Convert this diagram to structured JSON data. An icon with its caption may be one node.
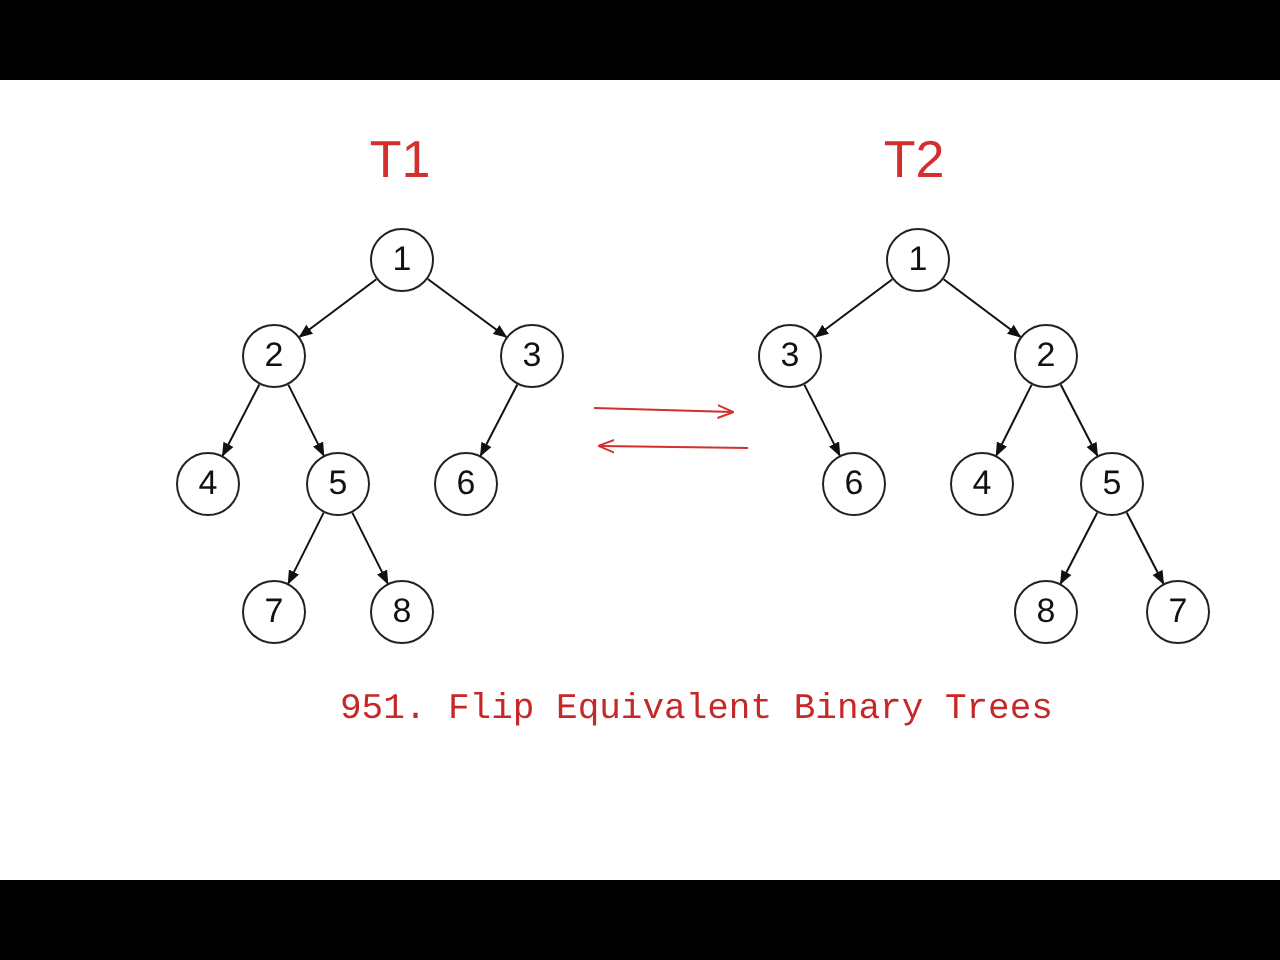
{
  "diagram": {
    "caption": "951. Flip Equivalent Binary Trees",
    "nodes": [
      {
        "text": [
          "1"
        ]
      },
      {
        "text": [
          "2"
        ]
      },
      {
        "text": [
          "3"
        ]
      },
      {
        "text": [
          "4"
        ]
      },
      {
        "text": [
          "5"
        ]
      },
      {
        "text": [
          "6"
        ]
      },
      {
        "text": [
          "7"
        ]
      },
      {
        "text": [
          "8"
        ]
      },
      {
        "text": [
          "1"
        ]
      },
      {
        "text": [
          "3"
        ]
      },
      {
        "text": [
          "2"
        ]
      },
      {
        "text": [
          "6"
        ]
      },
      {
        "text": [
          "4"
        ]
      },
      {
        "text": [
          "5"
        ]
      },
      {
        "text": [
          "8"
        ]
      },
      {
        "text": [
          "7"
        ]
      }
    ],
    "edges": [
      {
        "from": 0,
        "to": 1,
        "arrow": "to"
      },
      {
        "from": 0,
        "to": 2,
        "arrow": "to"
      },
      {
        "from": 1,
        "to": 3,
        "arrow": "to"
      },
      {
        "from": 1,
        "to": 4,
        "arrow": "to"
      },
      {
        "from": 2,
        "to": 5,
        "arrow": "to"
      },
      {
        "from": 4,
        "to": 6,
        "arrow": "to"
      },
      {
        "from": 4,
        "to": 7,
        "arrow": "to"
      },
      {
        "from": 8,
        "to": 9,
        "arrow": "to"
      },
      {
        "from": 8,
        "to": 10,
        "arrow": "to"
      },
      {
        "from": 9,
        "to": 11,
        "arrow": "to"
      },
      {
        "from": 10,
        "to": 12,
        "arrow": "to"
      },
      {
        "from": 10,
        "to": 13,
        "arrow": "to"
      },
      {
        "from": 13,
        "to": 14,
        "arrow": "to"
      },
      {
        "from": 13,
        "to": 15,
        "arrow": "to"
      }
    ],
    "labels": [
      "T1",
      "T2"
    ]
  }
}
